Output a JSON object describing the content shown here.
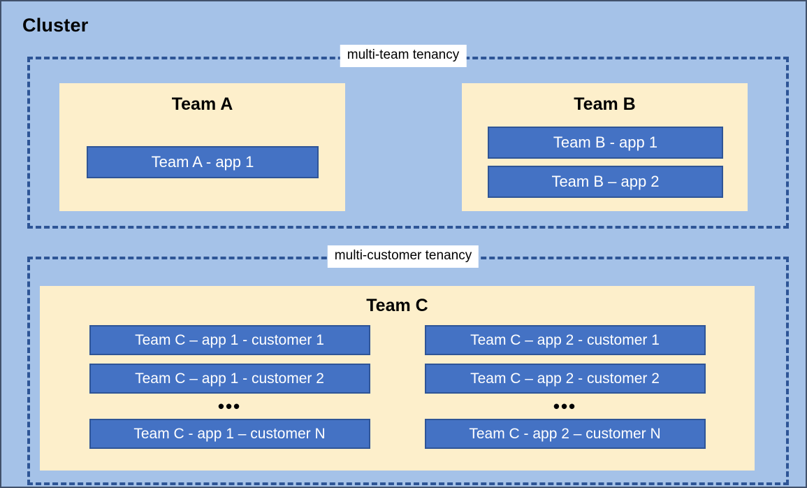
{
  "diagram": {
    "title": "Cluster",
    "background_color": "#a5c2e8",
    "panel_color": "#fdefcb",
    "app_color": "#4472c4",
    "dashed_border_color": "#2e5596",
    "regions": [
      {
        "id": "multi-team",
        "label": "multi-team tenancy",
        "teams": [
          {
            "id": "team-a",
            "title": "Team A",
            "apps": [
              "Team A - app 1"
            ]
          },
          {
            "id": "team-b",
            "title": "Team B",
            "apps": [
              "Team B - app 1",
              "Team B – app 2"
            ]
          }
        ]
      },
      {
        "id": "multi-customer",
        "label": "multi-customer tenancy",
        "teams": [
          {
            "id": "team-c",
            "title": "Team C",
            "columns": [
              {
                "items": [
                  "Team C – app 1 - customer 1",
                  "Team C – app 1 - customer 2"
                ],
                "ellipsis": "•••",
                "last": "Team C - app 1 – customer N"
              },
              {
                "items": [
                  "Team C – app 2 - customer 1",
                  "Team C – app 2 - customer 2"
                ],
                "ellipsis": "•••",
                "last": "Team C - app 2 – customer N"
              }
            ]
          }
        ]
      }
    ]
  }
}
